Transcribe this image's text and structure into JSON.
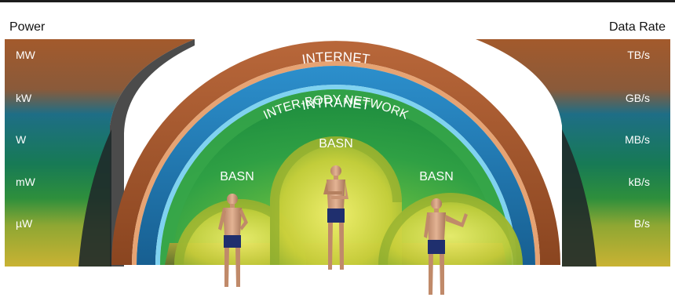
{
  "headers": {
    "power": "Power",
    "data_rate": "Data Rate"
  },
  "power_levels": [
    "MW",
    "kW",
    "W",
    "mW",
    "µW"
  ],
  "rate_levels": [
    "TB/s",
    "GB/s",
    "MB/s",
    "kB/s",
    "B/s"
  ],
  "rings": {
    "internet": "INTERNET",
    "intranet": "INTRANET",
    "inter_body": "INTER-BODY NETWORK"
  },
  "basn": [
    "BASN",
    "BASN",
    "BASN"
  ],
  "colors": {
    "internet": "#a9592a",
    "intranet": "#1f7fb7",
    "inter_body": "#1f9a45",
    "basn": "#c8c832",
    "scale_top": "#a35a2c",
    "scale_mid": "#1e6e86",
    "scale_green": "#2e8f3c",
    "scale_bottom": "#c9b233"
  }
}
